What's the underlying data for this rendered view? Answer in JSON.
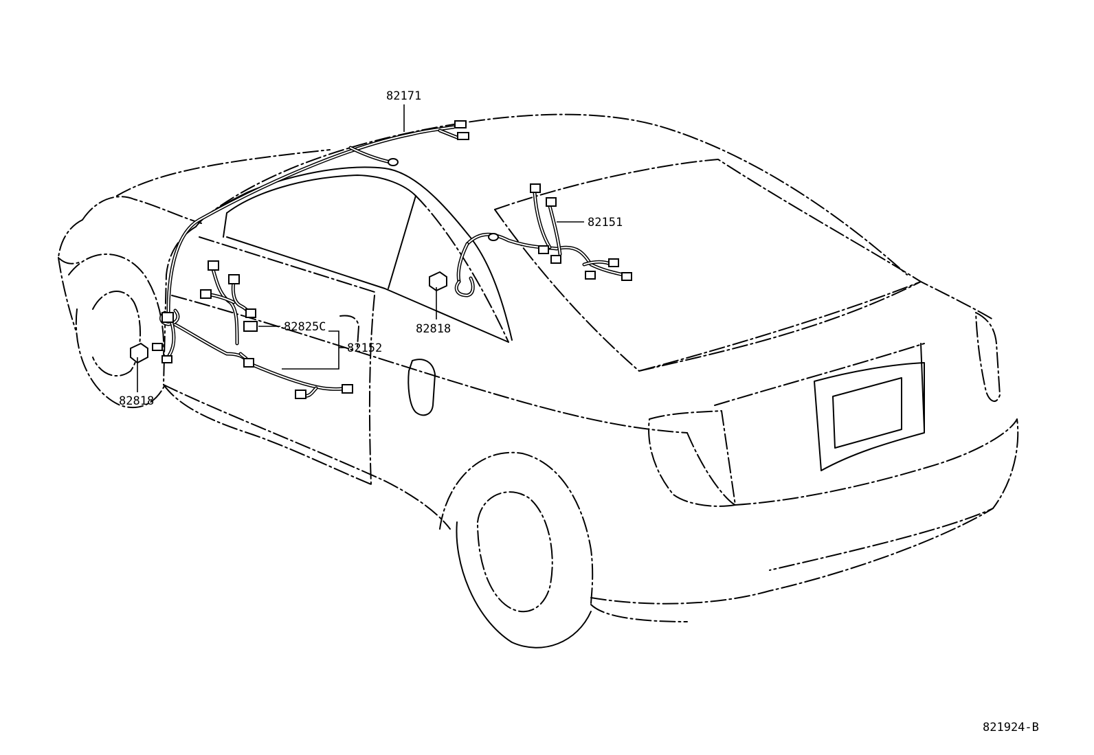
{
  "diagram": {
    "reference_code": "821924-B",
    "parts": {
      "roof_harness": "82171",
      "rear_harness": "82151",
      "door_harness": "82152",
      "door_connector": "82825C",
      "junction_left": "82818",
      "junction_right": "82818"
    }
  }
}
